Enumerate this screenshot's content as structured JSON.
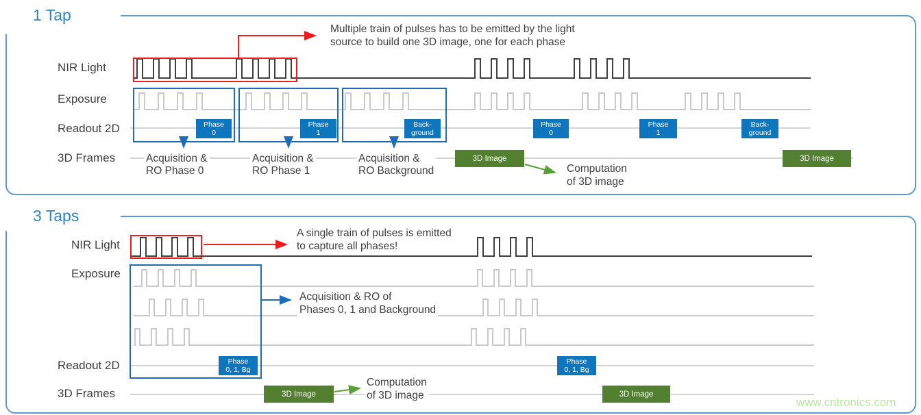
{
  "watermark": "www.cntronics.com",
  "colors": {
    "accent_blue": "#0d76bd",
    "panel_border": "#5b9bd5",
    "title_blue": "#2e86c8",
    "frame_green": "#527f30",
    "alert_red": "#ef1b1b",
    "watermark_green": "#b9e6a6"
  },
  "tap1": {
    "title": "1 Tap",
    "row_labels": {
      "nir": "NIR Light",
      "exposure": "Exposure",
      "readout": "Readout 2D",
      "frames": "3D Frames"
    },
    "pulse_note": "Multiple train of pulses has to be emitted by the light\nsource to build one 3D image, one for each phase",
    "readout_labels": [
      "Phase\n0",
      "Phase\n1",
      "Back-\nground",
      "Phase\n0",
      "Phase\n1",
      "Back-\nground"
    ],
    "acquisition_labels": [
      "Acquisition &\nRO Phase 0",
      "Acquisition &\nRO Phase 1",
      "Acquisition &\nRO Background"
    ],
    "frame_labels": [
      "3D Image",
      "3D Image"
    ],
    "computation_note": "Computation\nof 3D image"
  },
  "tap3": {
    "title": "3 Taps",
    "row_labels": {
      "nir": "NIR Light",
      "exposure": "Exposure",
      "readout": "Readout 2D",
      "frames": "3D Frames"
    },
    "pulse_note": "A single train of pulses is emitted\nto capture all phases!",
    "acquisition_note": "Acquisition & RO of\nPhases 0, 1 and Background",
    "readout_labels": [
      "Phase\n0, 1, Bg",
      "Phase\n0, 1, Bg"
    ],
    "frame_labels": [
      "3D Image",
      "3D Image"
    ],
    "computation_note": "Computation\nof 3D image"
  }
}
